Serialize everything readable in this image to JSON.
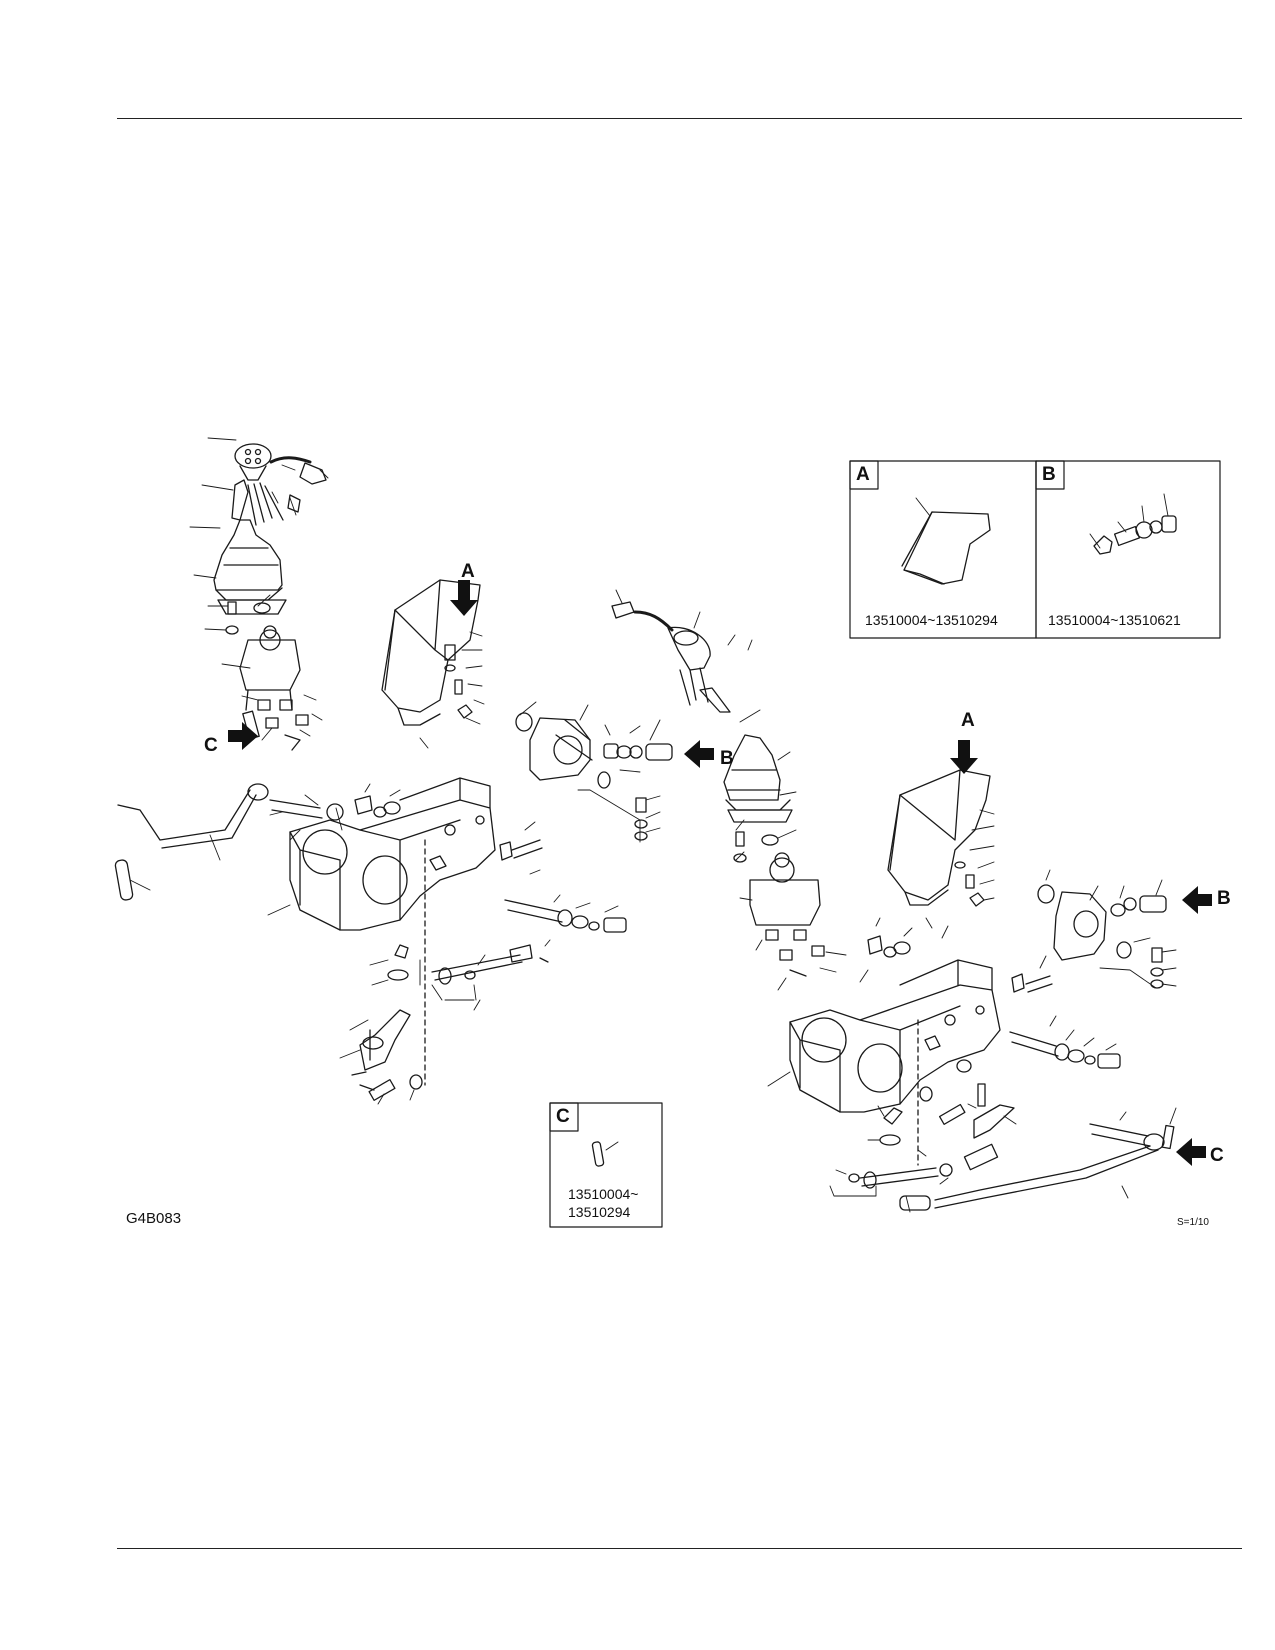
{
  "drawing_code": "G4B083",
  "scale_note": "S=1/10",
  "callouts": {
    "a": "A",
    "b": "B",
    "c": "C"
  },
  "detail_panels": {
    "a": {
      "label": "A",
      "range": "13510004~13510294"
    },
    "b": {
      "label": "B",
      "range": "13510004~13510621"
    },
    "c": {
      "label": "C",
      "range_line1": "13510004~",
      "range_line2": "13510294"
    }
  }
}
